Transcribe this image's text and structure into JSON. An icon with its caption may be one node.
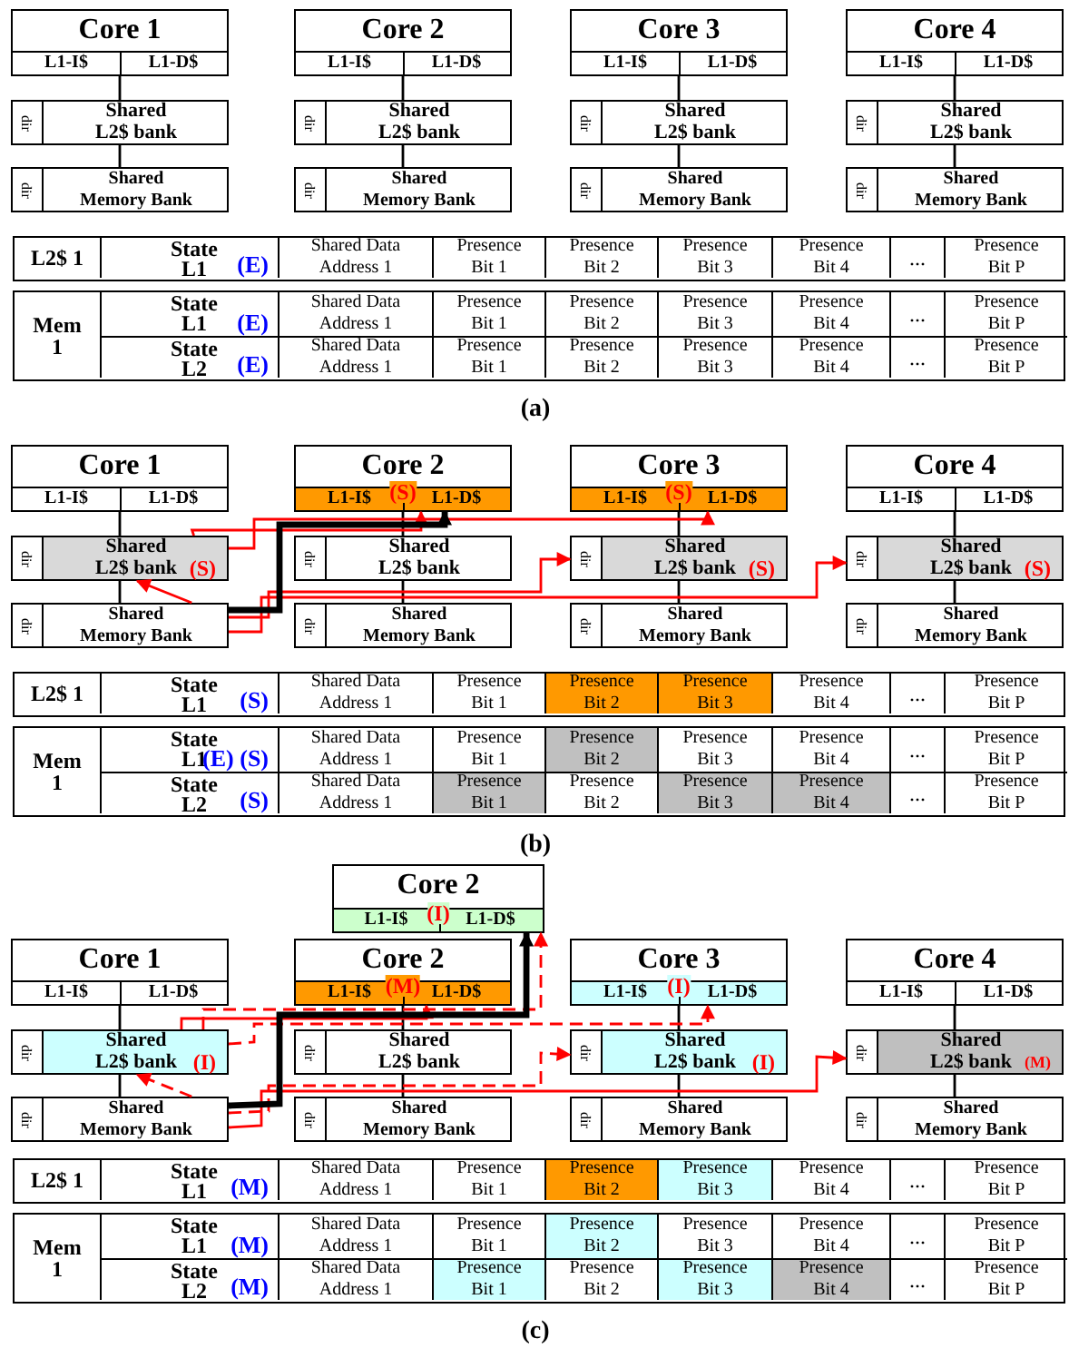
{
  "diagram": {
    "nodes": [
      {
        "text": [
          "Core 1",
          "L1-I$",
          "L1-D$"
        ]
      },
      {
        "text": [
          "Core 2",
          "L1-I$",
          "L1-D$"
        ]
      },
      {
        "text": [
          "Core 3",
          "L1-I$",
          "L1-D$"
        ]
      },
      {
        "text": [
          "Core 4",
          "L1-I$",
          "L1-D$"
        ]
      },
      {
        "text": [
          "dir",
          "Shared L2$ bank"
        ]
      },
      {
        "text": [
          "dir",
          "Shared L2$ bank"
        ]
      },
      {
        "text": [
          "dir",
          "Shared L2$ bank"
        ]
      },
      {
        "text": [
          "dir",
          "Shared L2$ bank"
        ]
      },
      {
        "text": [
          "dir",
          "Shared Memory Bank"
        ]
      },
      {
        "text": [
          "dir",
          "Shared Memory Bank"
        ]
      },
      {
        "text": [
          "dir",
          "Shared Memory Bank"
        ]
      },
      {
        "text": [
          "dir",
          "Shared Memory Bank"
        ]
      },
      {
        "text": [
          "Core 1",
          "L1-I$",
          "L1-D$"
        ]
      },
      {
        "text": [
          "Core 2",
          "L1-I$",
          "(S)",
          "L1-D$"
        ]
      },
      {
        "text": [
          "Core 3",
          "L1-I$",
          "(S)",
          "L1-D$"
        ]
      },
      {
        "text": [
          "Core 4",
          "L1-I$",
          "L1-D$"
        ]
      },
      {
        "text": [
          "dir",
          "Shared L2$ bank",
          "(S)"
        ]
      },
      {
        "text": [
          "dir",
          "Shared L2$ bank"
        ]
      },
      {
        "text": [
          "dir",
          "Shared L2$ bank",
          "(S)"
        ]
      },
      {
        "text": [
          "dir",
          "Shared L2$ bank",
          "(S)"
        ]
      },
      {
        "text": [
          "dir",
          "Shared Memory Bank"
        ]
      },
      {
        "text": [
          "dir",
          "Shared Memory Bank"
        ]
      },
      {
        "text": [
          "dir",
          "Shared Memory Bank"
        ]
      },
      {
        "text": [
          "dir",
          "Shared Memory Bank"
        ]
      },
      {
        "text": [
          "Core 2",
          "L1-I$",
          "(I)",
          "L1-D$"
        ]
      },
      {
        "text": [
          "Core 1",
          "L1-I$",
          "L1-D$"
        ]
      },
      {
        "text": [
          "Core 2",
          "L1-I$",
          "(M)",
          "L1-D$"
        ]
      },
      {
        "text": [
          "Core 3",
          "L1-I$",
          "(I)",
          "L1-D$"
        ]
      },
      {
        "text": [
          "Core 4",
          "L1-I$",
          "L1-D$"
        ]
      },
      {
        "text": [
          "dir",
          "Shared L2$ bank",
          "(I)"
        ]
      },
      {
        "text": [
          "dir",
          "Shared L2$ bank"
        ]
      },
      {
        "text": [
          "dir",
          "Shared L2$ bank",
          "(I)"
        ]
      },
      {
        "text": [
          "dir",
          "Shared L2$ bank",
          "(M)"
        ]
      },
      {
        "text": [
          "dir",
          "Shared Memory Bank"
        ]
      },
      {
        "text": [
          "dir",
          "Shared Memory Bank"
        ]
      },
      {
        "text": [
          "dir",
          "Shared Memory Bank"
        ]
      },
      {
        "text": [
          "dir",
          "Shared Memory Bank"
        ]
      }
    ],
    "edges": [
      {
        "from": 0,
        "to": 4,
        "arrow": "none"
      },
      {
        "from": 4,
        "to": 8,
        "arrow": "none"
      },
      {
        "from": 1,
        "to": 5,
        "arrow": "none"
      },
      {
        "from": 5,
        "to": 9,
        "arrow": "none"
      },
      {
        "from": 2,
        "to": 6,
        "arrow": "none"
      },
      {
        "from": 6,
        "to": 10,
        "arrow": "none"
      },
      {
        "from": 3,
        "to": 7,
        "arrow": "none"
      },
      {
        "from": 7,
        "to": 11,
        "arrow": "none"
      },
      {
        "from": 12,
        "to": 16,
        "arrow": "none"
      },
      {
        "from": 16,
        "to": 20,
        "arrow": "none"
      },
      {
        "from": 13,
        "to": 17,
        "arrow": "none"
      },
      {
        "from": 17,
        "to": 21,
        "arrow": "none"
      },
      {
        "from": 14,
        "to": 18,
        "arrow": "none"
      },
      {
        "from": 18,
        "to": 22,
        "arrow": "none"
      },
      {
        "from": 15,
        "to": 19,
        "arrow": "none"
      },
      {
        "from": 19,
        "to": 23,
        "arrow": "none"
      },
      {
        "from": 16,
        "to": 13,
        "arrow": "to",
        "color": "#ff0000"
      },
      {
        "from": 16,
        "to": 14,
        "arrow": "to",
        "color": "#ff0000"
      },
      {
        "from": 20,
        "to": 16,
        "arrow": "to",
        "color": "#ff0000"
      },
      {
        "from": 20,
        "to": 18,
        "arrow": "to",
        "color": "#ff0000"
      },
      {
        "from": 20,
        "to": 19,
        "arrow": "to",
        "color": "#ff0000"
      },
      {
        "from": 20,
        "to": 13,
        "arrow": "to",
        "style": "thick"
      },
      {
        "from": 25,
        "to": 29,
        "arrow": "none"
      },
      {
        "from": 29,
        "to": 33,
        "arrow": "none"
      },
      {
        "from": 26,
        "to": 30,
        "arrow": "none"
      },
      {
        "from": 30,
        "to": 34,
        "arrow": "none"
      },
      {
        "from": 27,
        "to": 31,
        "arrow": "none"
      },
      {
        "from": 31,
        "to": 35,
        "arrow": "none"
      },
      {
        "from": 28,
        "to": 32,
        "arrow": "none"
      },
      {
        "from": 32,
        "to": 36,
        "arrow": "none"
      },
      {
        "from": 29,
        "to": 24,
        "arrow": "to",
        "style": "dashed",
        "color": "#ff0000"
      },
      {
        "from": 29,
        "to": 26,
        "arrow": "to",
        "color": "#ff0000"
      },
      {
        "from": 29,
        "to": 27,
        "arrow": "to",
        "style": "dashed",
        "color": "#ff0000"
      },
      {
        "from": 33,
        "to": 29,
        "arrow": "to",
        "style": "dashed",
        "color": "#ff0000"
      },
      {
        "from": 33,
        "to": 31,
        "arrow": "to",
        "style": "dashed",
        "color": "#ff0000"
      },
      {
        "from": 33,
        "to": 32,
        "arrow": "to",
        "color": "#ff0000"
      },
      {
        "from": 33,
        "to": 24,
        "arrow": "to",
        "style": "thick"
      }
    ],
    "labels": [
      "L2$ 1",
      "State L1",
      "(E)",
      "Shared Data Address 1",
      "Presence Bit 1",
      "Presence Bit 2",
      "Presence Bit 3",
      "Presence Bit 4",
      "...",
      "Presence Bit P",
      "Mem 1",
      "State L1",
      "(E)",
      "Shared Data Address 1",
      "Presence Bit 1",
      "Presence Bit 2",
      "Presence Bit 3",
      "Presence Bit 4",
      "...",
      "Presence Bit P",
      "State L2",
      "(E)",
      "Shared Data Address 1",
      "Presence Bit 1",
      "Presence Bit 2",
      "Presence Bit 3",
      "Presence Bit 4",
      "...",
      "Presence Bit P",
      "(a)",
      "L2$ 1",
      "State L1",
      "(S)",
      "Shared Data Address 1",
      "Presence Bit 1",
      "Presence Bit 2",
      "Presence Bit 3",
      "Presence Bit 4",
      "...",
      "Presence Bit P",
      "Mem 1",
      "State L1",
      "(E) (S)",
      "Shared Data Address 1",
      "Presence Bit 1",
      "Presence Bit 2",
      "Presence Bit 3",
      "Presence Bit 4",
      "...",
      "Presence Bit P",
      "State L2",
      "(S)",
      "Shared Data Address 1",
      "Presence Bit 1",
      "Presence Bit 2",
      "Presence Bit 3",
      "Presence Bit 4",
      "...",
      "Presence Bit P",
      "(b)",
      "L2$ 1",
      "State L1",
      "(M)",
      "Shared Data Address 1",
      "Presence Bit 1",
      "Presence Bit 2",
      "Presence Bit 3",
      "Presence Bit 4",
      "...",
      "Presence Bit P",
      "Mem 1",
      "State L1",
      "(M)",
      "Shared Data Address 1",
      "Presence Bit 1",
      "Presence Bit 2",
      "Presence Bit 3",
      "Presence Bit 4",
      "...",
      "Presence Bit P",
      "State L2",
      "(M)",
      "Shared Data Address 1",
      "Presence Bit 1",
      "Presence Bit 2",
      "Presence Bit 3",
      "Presence Bit 4",
      "...",
      "Presence Bit P",
      "(c)"
    ]
  }
}
